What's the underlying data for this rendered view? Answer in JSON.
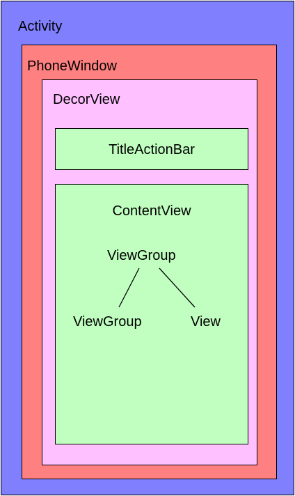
{
  "colors": {
    "activity": "#8080ff",
    "phone_window": "#ff8080",
    "decor_view": "#ffc0ff",
    "inner_boxes": "#c0ffc0",
    "border": "#000000"
  },
  "boxes": {
    "activity": "Activity",
    "phone_window": "PhoneWindow",
    "decor_view": "DecorView",
    "title_action_bar": "TitleActionBar",
    "content_view": "ContentView"
  },
  "tree": {
    "root": "ViewGroup",
    "children": [
      "ViewGroup",
      "View"
    ]
  }
}
